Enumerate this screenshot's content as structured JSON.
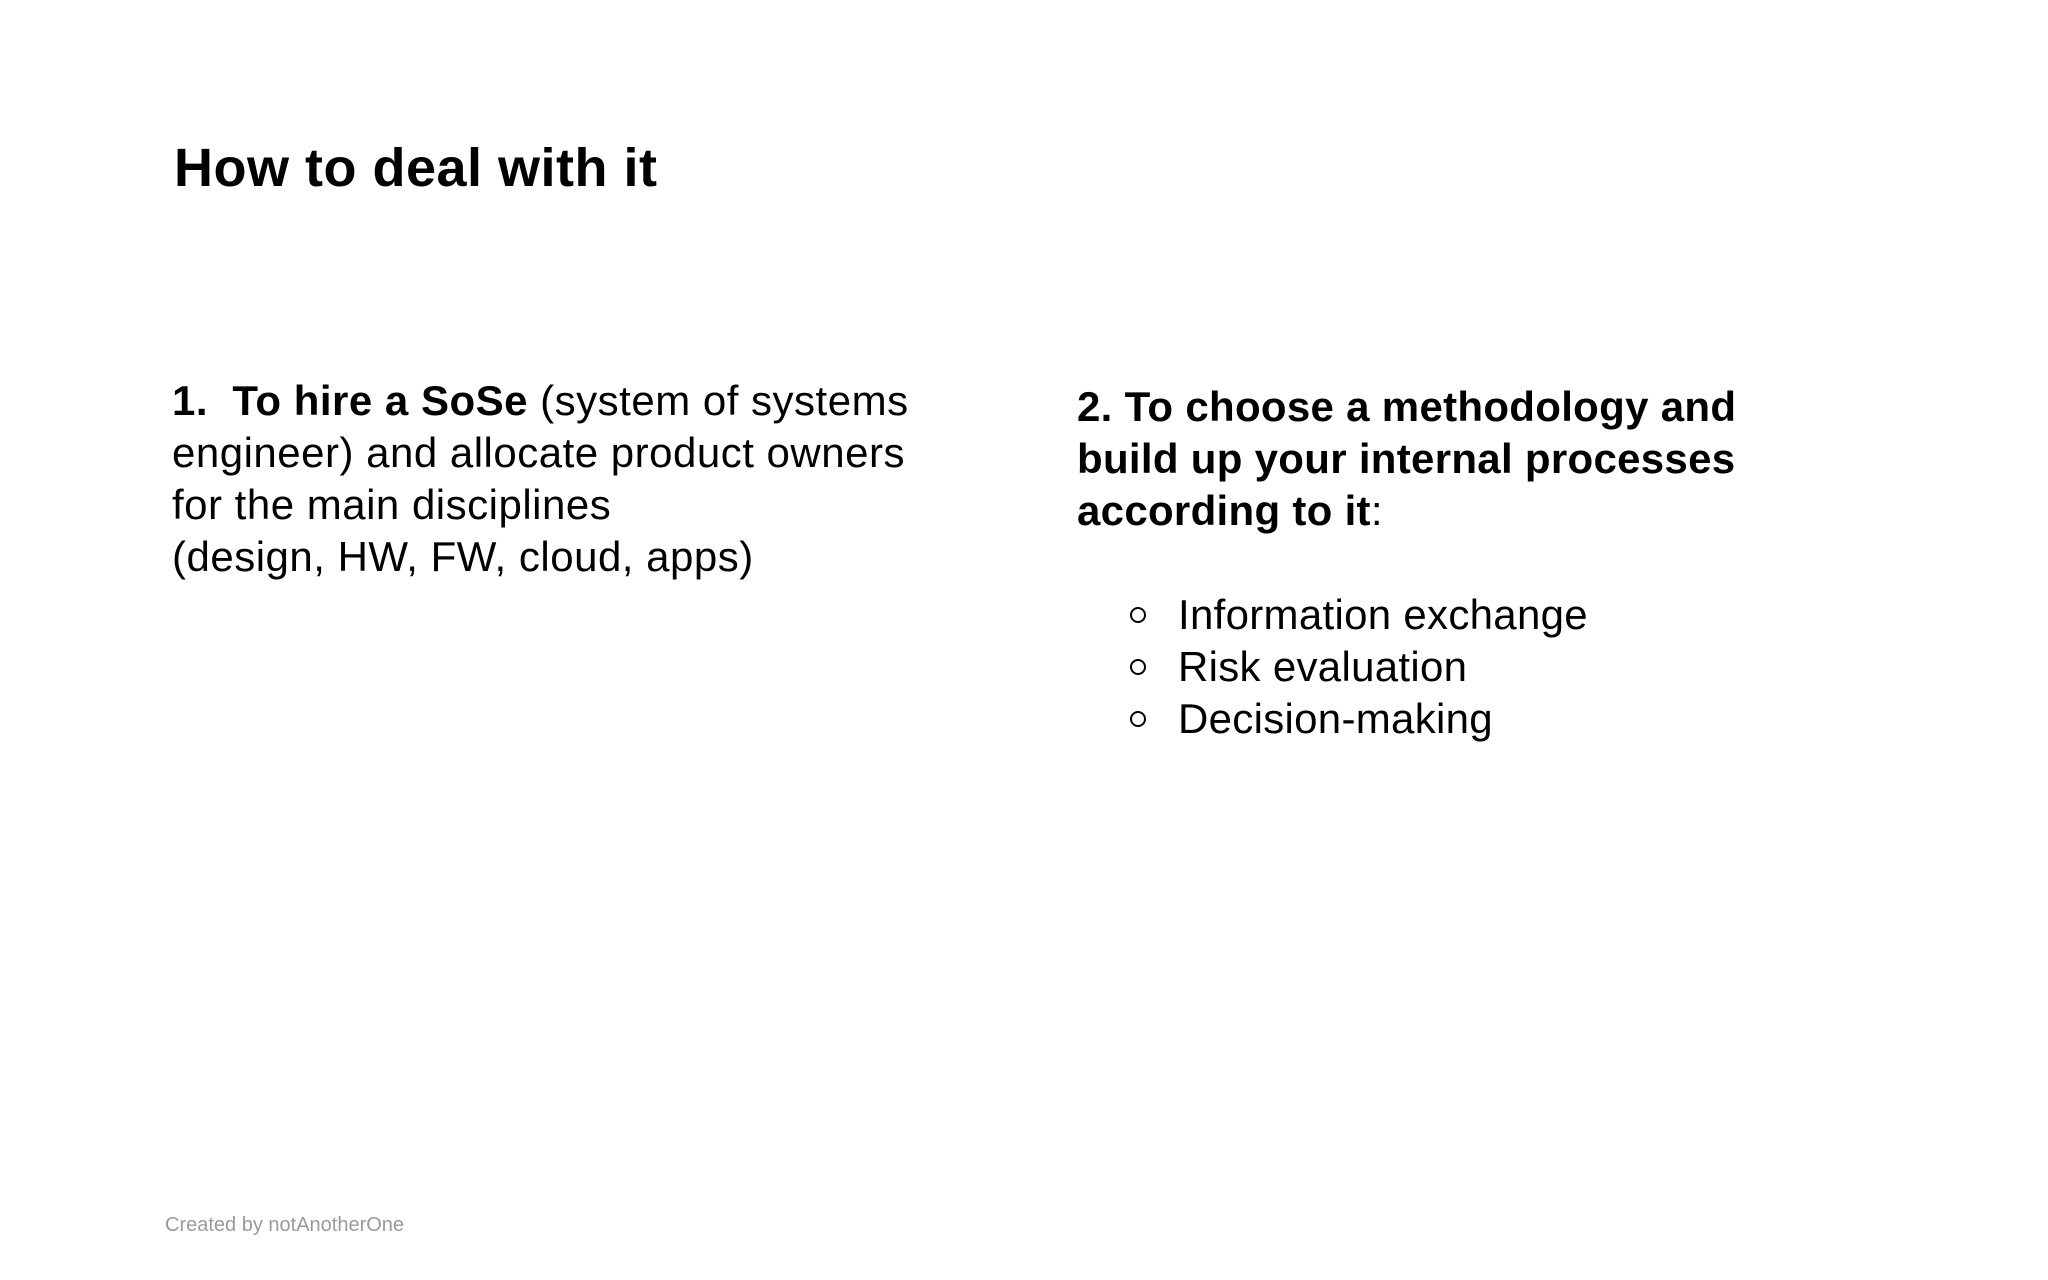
{
  "slide": {
    "title": "How to deal with it",
    "left": {
      "number": "1.",
      "bold_lead": "To hire a SoSe",
      "line1_rest": " (system of systems",
      "line2": "engineer) and allocate product owners",
      "line3": "for the main disciplines",
      "line4": "(design, HW, FW, cloud, apps)"
    },
    "right": {
      "heading_line1": "2. To choose a methodology and",
      "heading_line2": "build up your internal processes",
      "heading_line3_bold": "according to it",
      "heading_line3_tail": ":",
      "bullets": [
        "Information exchange",
        "Risk evaluation",
        "Decision-making"
      ]
    },
    "footer": "Created by notAnotherOne"
  }
}
